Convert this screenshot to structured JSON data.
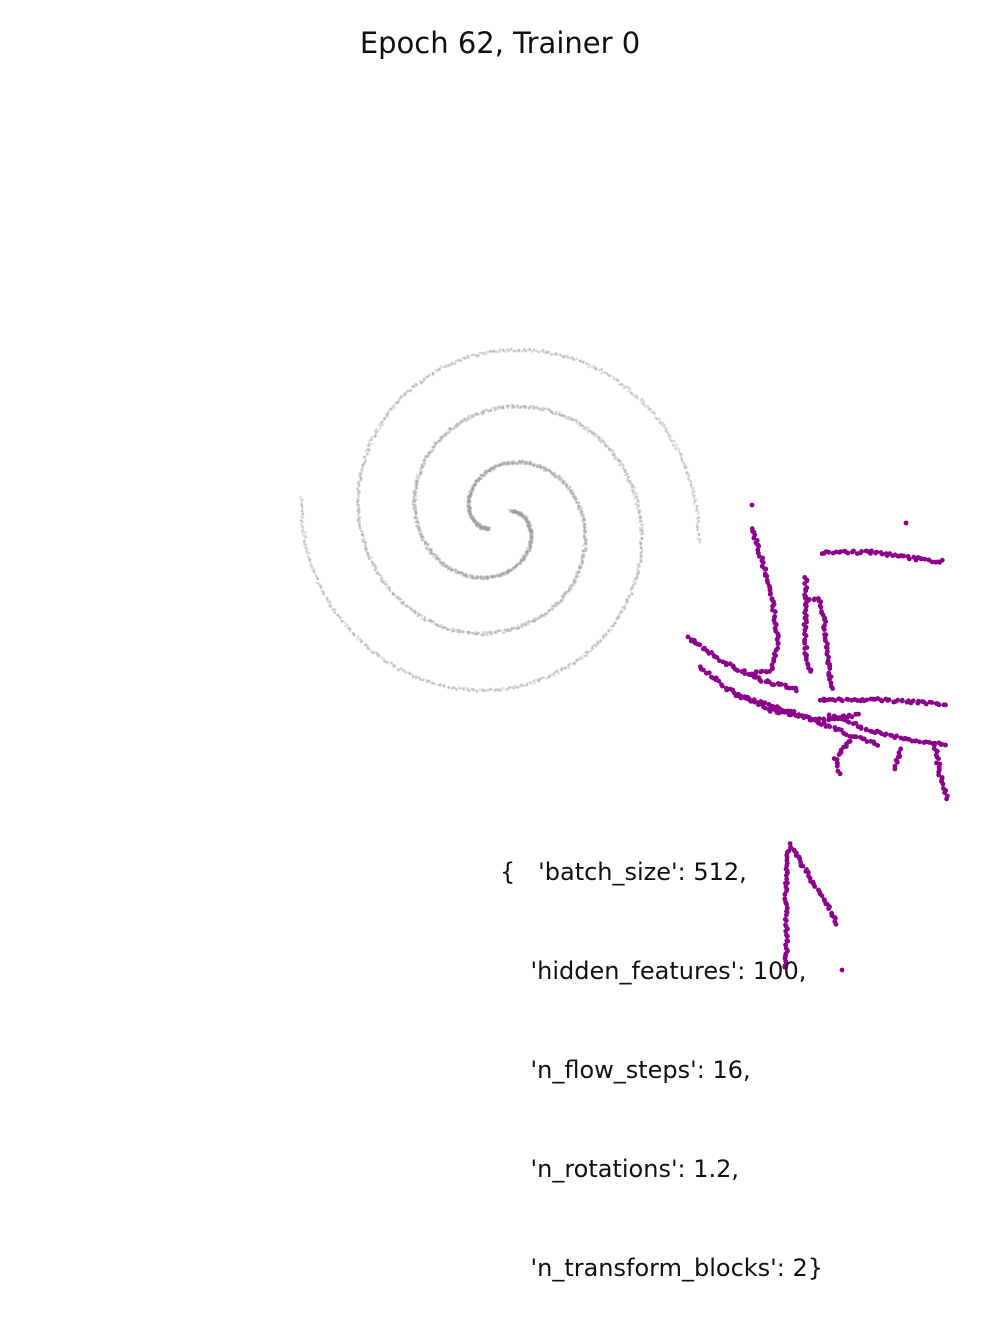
{
  "chart_data": {
    "type": "scatter",
    "title": "Epoch 62, Trainer 0",
    "axes_visible": false,
    "xlim": [
      -4,
      4
    ],
    "ylim": [
      -4,
      4
    ],
    "series": [
      {
        "role": "target",
        "color": "#9a9a9a",
        "shape": "two-arm spiral",
        "center": [
          0.0,
          0.0
        ],
        "outer_radius": 3.2
      },
      {
        "role": "samples",
        "color": "#8b008b",
        "shape": "scattered sample points and strokes, concentrated in the lower-right"
      }
    ],
    "annotation_lines": [
      "{   'batch_size': 512,",
      "    'hidden_features': 100,",
      "    'n_flow_steps': 16,",
      "    'n_rotations': 1.2,",
      "    'n_transform_blocks': 2}"
    ]
  }
}
